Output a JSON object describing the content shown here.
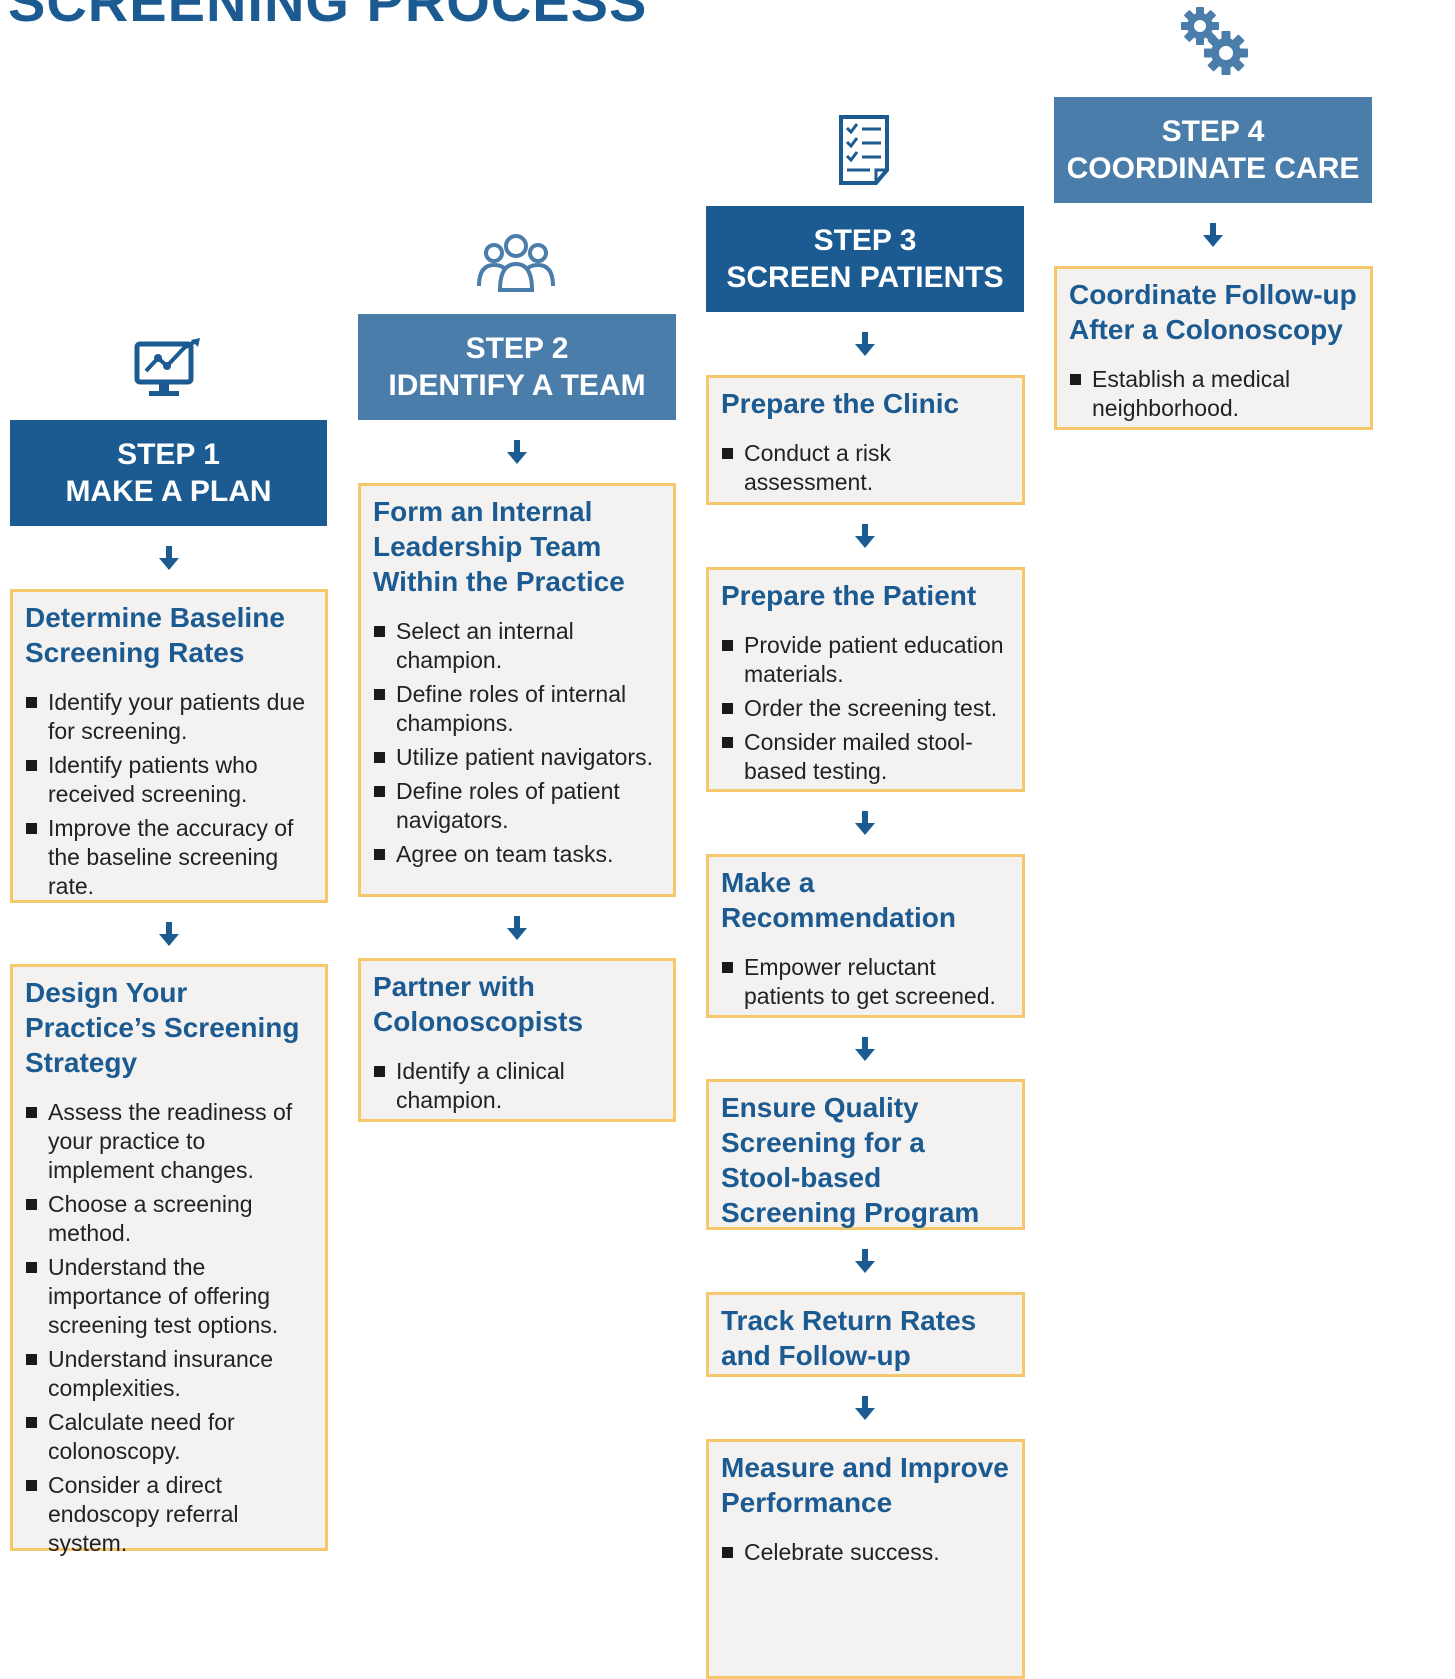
{
  "title": "SCREENING PROCESS",
  "colors": {
    "step_dark": "#1b5b91",
    "step_light": "#4a7daa",
    "box_border": "#f7c86b",
    "box_fill": "#f4f2f1",
    "heading": "#1b5b91"
  },
  "steps": [
    {
      "icon": "monitor-chart-icon",
      "label": "STEP 1",
      "name": "MAKE A PLAN",
      "boxes": [
        {
          "title": "Determine Baseline Screening Rates",
          "items": [
            "Identify your patients due for screening.",
            "Identify patients who received screening.",
            "Improve the accuracy of the baseline screening rate."
          ]
        },
        {
          "title": "Design Your Practice’s Screening Strategy",
          "items": [
            "Assess the readiness of your practice to implement changes.",
            "Choose a screening method.",
            "Understand the importance of offering screening test options.",
            "Understand insurance complexities.",
            "Calculate need for colonoscopy.",
            "Consider a direct endoscopy referral system."
          ]
        }
      ]
    },
    {
      "icon": "team-icon",
      "label": "STEP 2",
      "name": "IDENTIFY A TEAM",
      "boxes": [
        {
          "title": "Form an Internal Leadership Team Within the Practice",
          "items": [
            "Select an internal champion.",
            "Define roles of internal champions.",
            "Utilize patient navigators.",
            "Define roles of patient navigators.",
            "Agree on team tasks."
          ]
        },
        {
          "title": "Partner with Colonoscopists",
          "items": [
            "Identify a clinical champion."
          ]
        }
      ]
    },
    {
      "icon": "checklist-icon",
      "label": "STEP 3",
      "name": "SCREEN PATIENTS",
      "boxes": [
        {
          "title": "Prepare the Clinic",
          "items": [
            "Conduct a risk assessment."
          ]
        },
        {
          "title": "Prepare the Patient",
          "items": [
            "Provide patient education materials.",
            "Order the screening test.",
            "Consider mailed stool-based testing."
          ]
        },
        {
          "title": "Make a Recommendation",
          "items": [
            "Empower reluctant patients to get screened."
          ]
        },
        {
          "title": "Ensure Quality Screening for a Stool-based Screening Program",
          "items": []
        },
        {
          "title": "Track Return Rates and Follow-up",
          "items": []
        },
        {
          "title": "Measure and Improve Performance",
          "items": [
            "Celebrate success."
          ]
        }
      ]
    },
    {
      "icon": "gears-icon",
      "label": "STEP 4",
      "name": "COORDINATE CARE",
      "boxes": [
        {
          "title": "Coordinate Follow-up After a Colonoscopy",
          "items": [
            "Establish a medical neighborhood."
          ]
        }
      ]
    }
  ]
}
